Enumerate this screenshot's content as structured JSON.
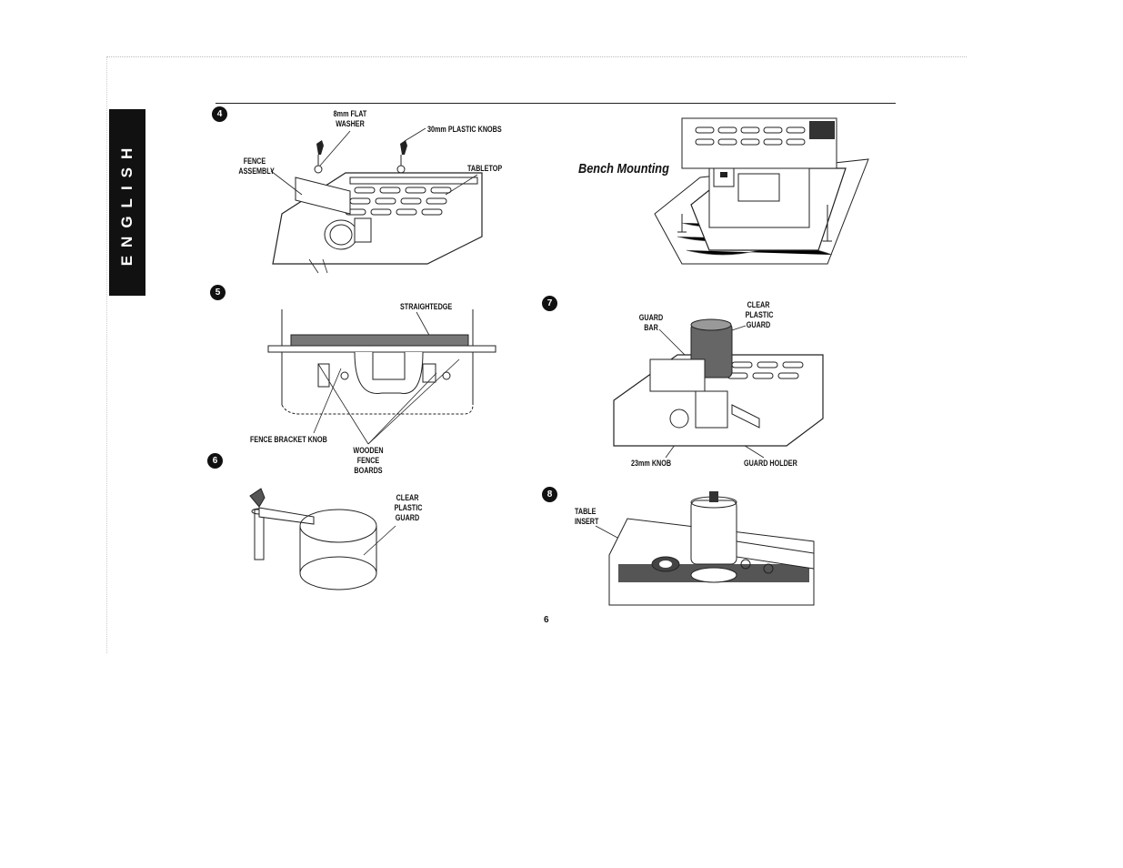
{
  "sidebar": {
    "language_tab": "ENGLISH"
  },
  "section": {
    "title": "Bench Mounting"
  },
  "steps": [
    {
      "number": "4",
      "labels": {
        "washer": "8mm FLAT\nWASHER",
        "knobs": "30mm PLASTIC KNOBS",
        "fence": "FENCE\nASSEMBLY",
        "tabletop": "TABLETOP"
      }
    },
    {
      "number": "5",
      "labels": {
        "straightedge": "STRAIGHTEDGE",
        "bracket_knob": "FENCE BRACKET KNOB",
        "fence_boards": "WOODEN FENCE\nBOARDS"
      }
    },
    {
      "number": "6",
      "labels": {
        "guard": "CLEAR\nPLASTIC\nGUARD"
      }
    },
    {
      "number": "7",
      "labels": {
        "guard_bar": "GUARD\nBAR",
        "guard": "CLEAR\nPLASTIC\nGUARD",
        "knob": "23mm KNOB",
        "holder": "GUARD HOLDER"
      }
    },
    {
      "number": "8",
      "labels": {
        "insert": "TABLE\nINSERT"
      }
    }
  ],
  "footer": {
    "page_number": "6"
  }
}
